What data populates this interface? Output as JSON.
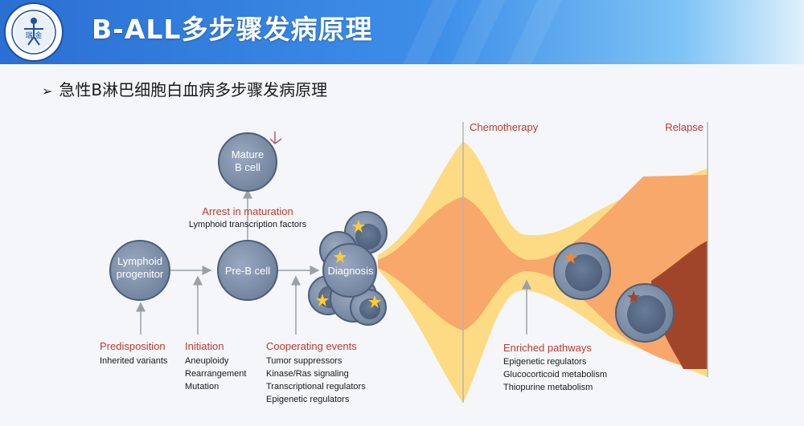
{
  "header": {
    "title": "B-ALL多步骤发病原理",
    "logo_text": "瑞 金"
  },
  "subtitle": {
    "bullet": "➢",
    "text": "急性B淋巴细胞白血病多步骤发病原理"
  },
  "diagram": {
    "phases": {
      "chemotherapy": "Chemotherapy",
      "relapse": "Relapse"
    },
    "cells": {
      "mature": [
        "Mature",
        "B cell"
      ],
      "lymphoid": [
        "Lymphoid",
        "progenitor"
      ],
      "preb": "Pre-B cell",
      "diagnosis": "Diagnosis"
    },
    "arrest": {
      "title": "Arrest in maturation",
      "detail": "Lymphoid transcription factors"
    },
    "predisposition": {
      "title": "Predisposition",
      "items": [
        "Inherited variants"
      ]
    },
    "initiation": {
      "title": "Initiation",
      "items": [
        "Aneuploidy",
        "Rearrangement",
        "Mutation"
      ]
    },
    "cooperating": {
      "title": "Cooperating events",
      "items": [
        "Tumor suppressors",
        "Kinase/Ras signaling",
        "Transcriptional regulators",
        "Epigenetic regulators"
      ]
    },
    "enriched": {
      "title": "Enriched pathways",
      "items": [
        "Epigenetic regulators",
        "Glucocorticoid metabolism",
        "Thiopurine metabolism"
      ]
    },
    "colors": {
      "heading": "#c0392b",
      "cell_fill": "#7e8fa8",
      "cell_stroke": "#4c5e79",
      "light_band": "#fddb85",
      "mid_band": "#f7a86a",
      "dark_band": "#a0452a"
    }
  }
}
